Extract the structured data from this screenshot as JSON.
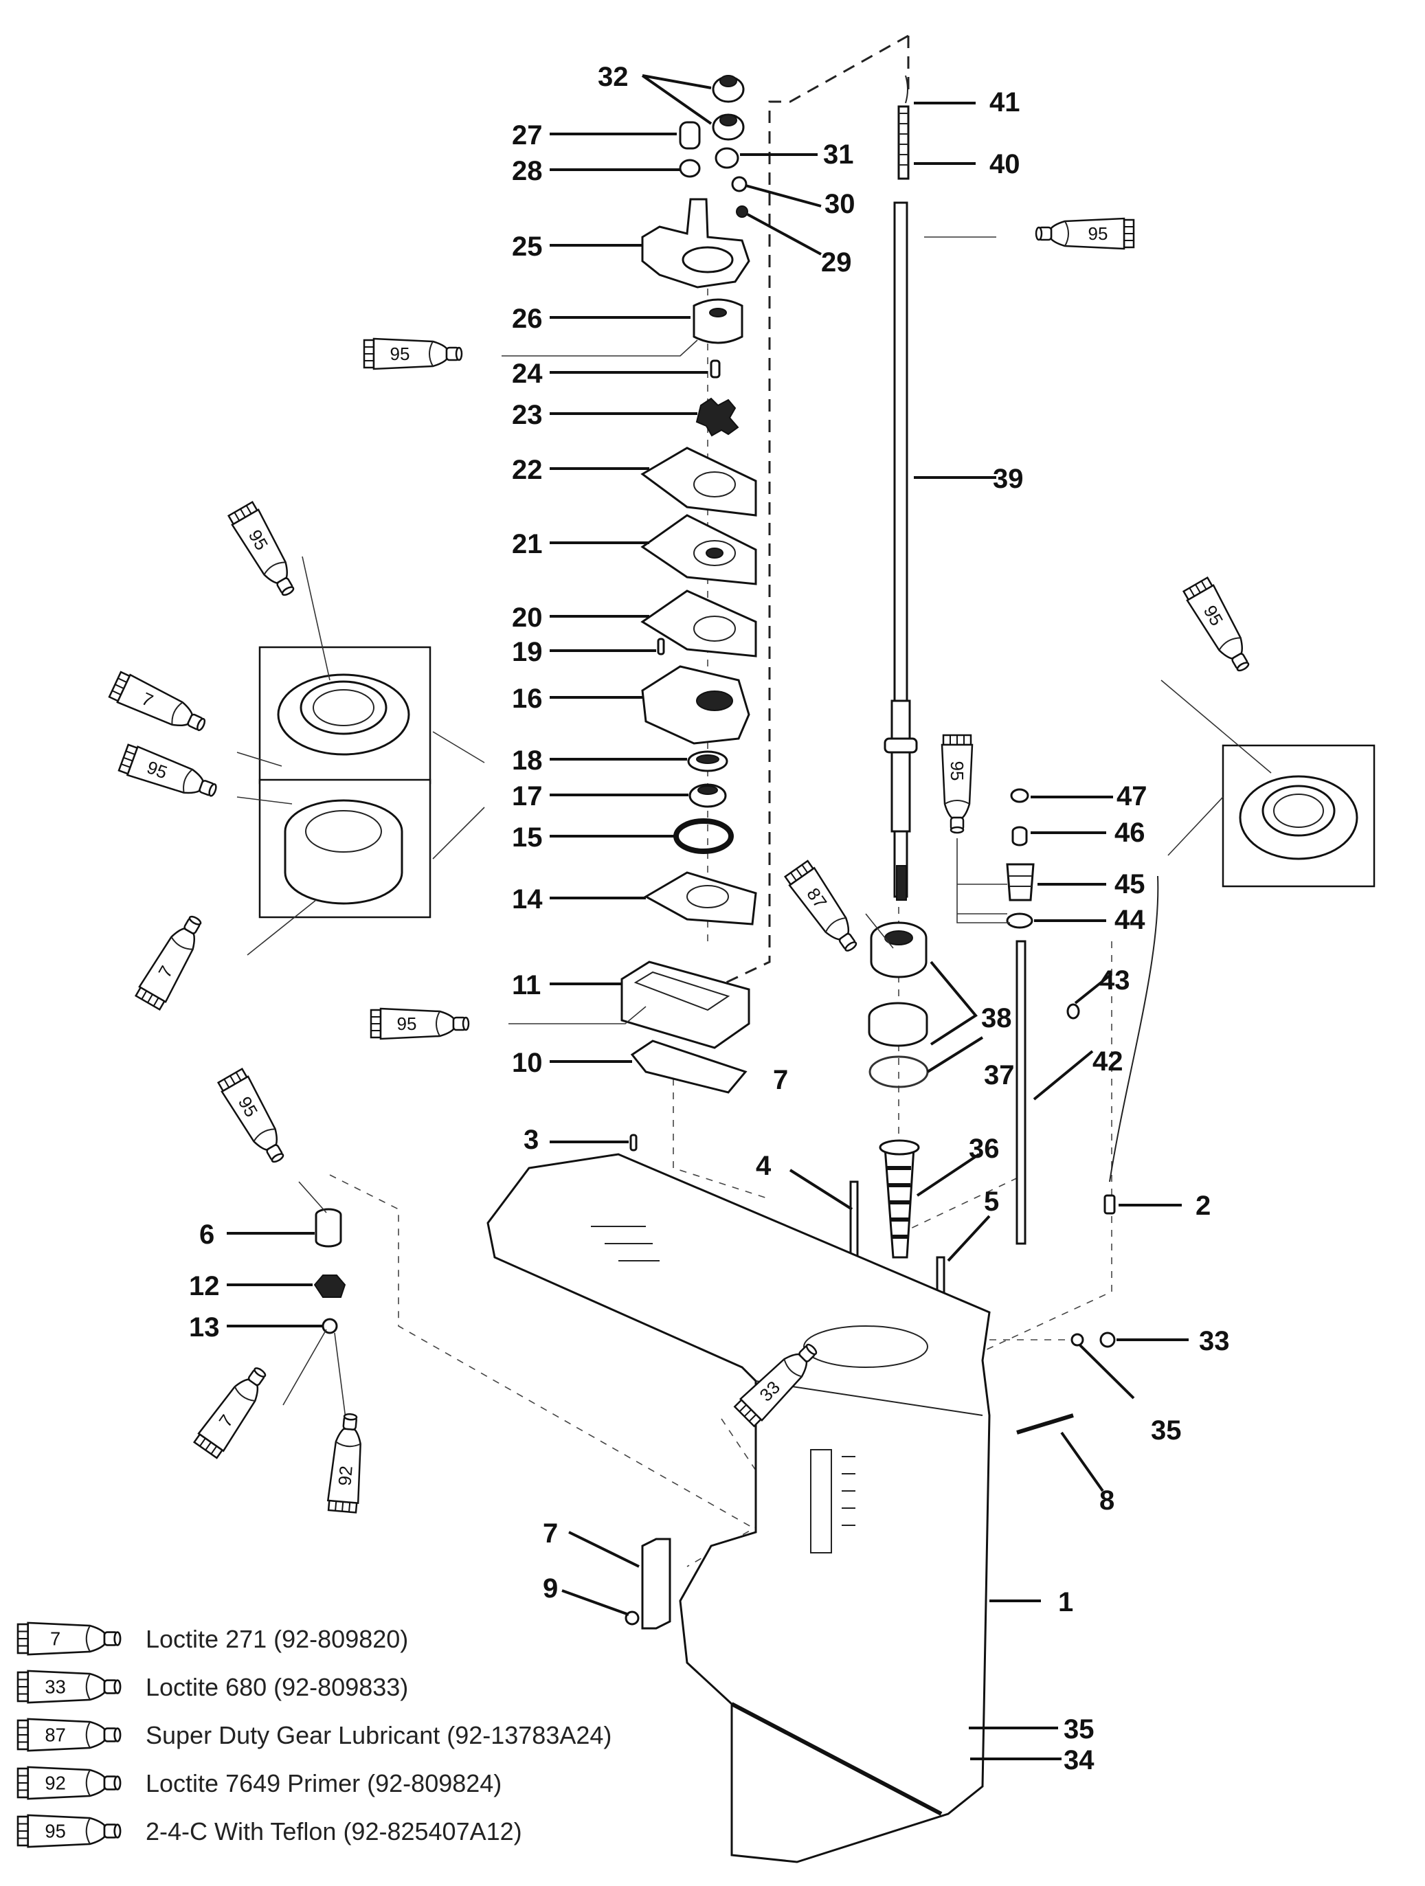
{
  "diagram": {
    "subject": "Gear housing exploded parts view",
    "callouts": [
      "1",
      "2",
      "3",
      "4",
      "5",
      "6",
      "7",
      "7",
      "8",
      "9",
      "10",
      "11",
      "12",
      "13",
      "14",
      "15",
      "16",
      "17",
      "18",
      "19",
      "20",
      "21",
      "22",
      "23",
      "24",
      "25",
      "26",
      "27",
      "28",
      "29",
      "30",
      "31",
      "32",
      "33",
      "33",
      "34",
      "35",
      "35",
      "36",
      "37",
      "38",
      "39",
      "40",
      "41",
      "42",
      "43",
      "44",
      "45",
      "46",
      "47"
    ],
    "applicator_tubes": [
      "95",
      "95",
      "95",
      "7",
      "95",
      "7",
      "95",
      "95",
      "87",
      "95",
      "95",
      "7",
      "92",
      "33"
    ]
  },
  "legend": {
    "items": [
      {
        "code": "7",
        "label": "Loctite 271 (92-809820)"
      },
      {
        "code": "33",
        "label": "Loctite 680 (92-809833)"
      },
      {
        "code": "87",
        "label": "Super Duty Gear Lubricant (92-13783A24)"
      },
      {
        "code": "92",
        "label": "Loctite 7649 Primer (92-809824)"
      },
      {
        "code": "95",
        "label": "2-4-C  With Teflon (92-825407A12)"
      }
    ]
  }
}
